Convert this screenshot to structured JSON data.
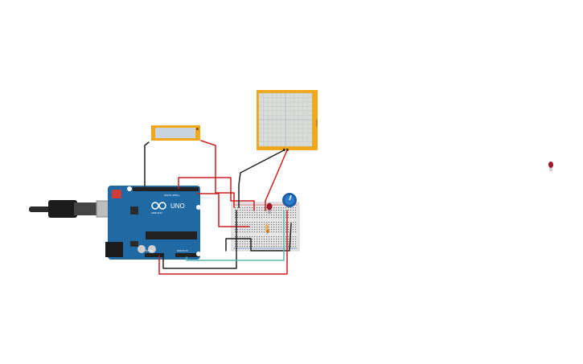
{
  "board": {
    "logo_text": "UNO",
    "brand_text": "ARDUINO",
    "header_digital": "DIGITAL (PWM~)",
    "header_power": "POWER",
    "header_analog": "ANALOG IN"
  },
  "plotter": {
    "side_label": "Plotter"
  },
  "colors": {
    "board_blue": "#1f6aa5",
    "plotter_frame": "#f0a71a",
    "plotter_screen": "#d8ddd9",
    "display_frame": "#f0a71a",
    "display_screen": "#c9d6df",
    "breadboard": "#e6e6e6",
    "wire_red": "#cc1f1f",
    "wire_black": "#222222",
    "wire_teal": "#5bb8b0",
    "led_red": "#a1172a",
    "pot_blue": "#1e5fa3"
  },
  "icons": {
    "usb": "usb-connector-icon",
    "power_jack": "power-jack-icon",
    "led": "led-icon",
    "potentiometer": "potentiometer-icon",
    "resistor": "resistor-icon"
  }
}
